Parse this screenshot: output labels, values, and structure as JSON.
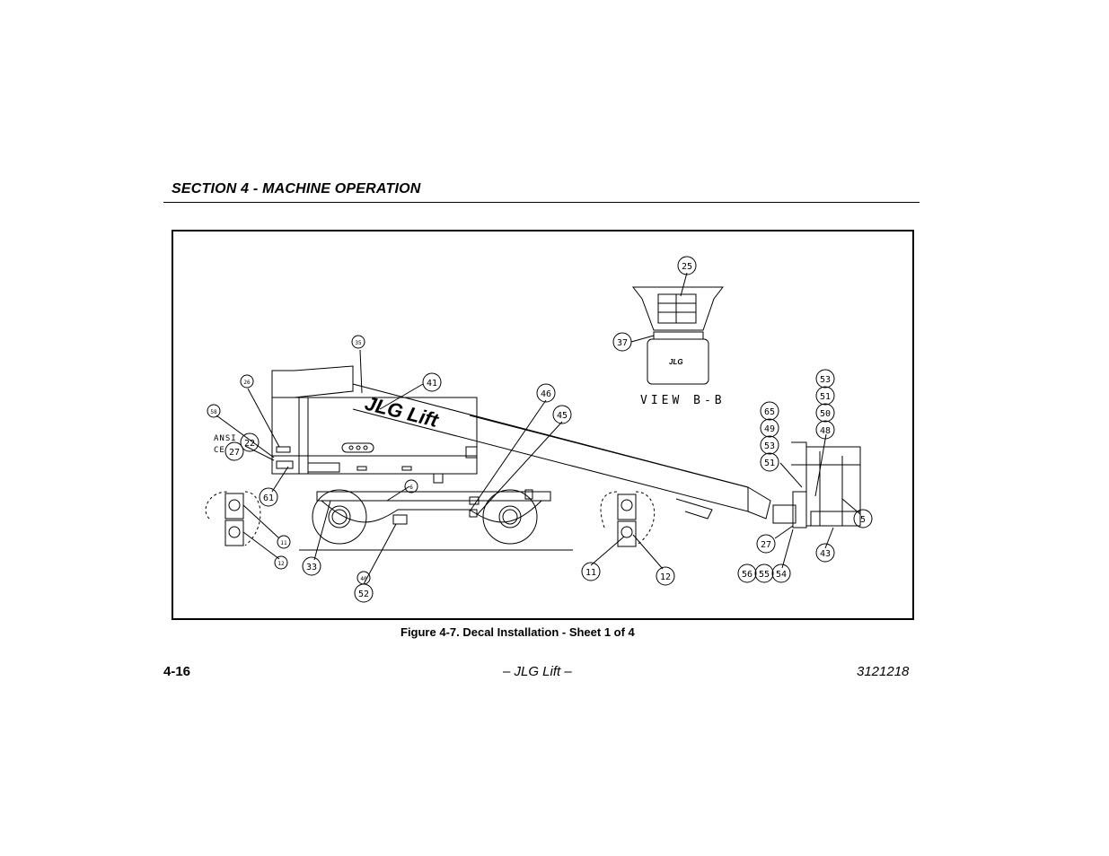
{
  "header": {
    "section_title": "SECTION 4 - MACHINE OPERATION"
  },
  "figure": {
    "caption": "Figure 4-7. Decal Installation - Sheet 1 of 4",
    "view_label": "VIEW B-B",
    "ansi_label": "ANSI",
    "ce_label": "CE",
    "boom_logo": "JLG Lift",
    "callouts_large": [
      "25",
      "37",
      "41",
      "46",
      "45",
      "65",
      "49",
      "53",
      "51",
      "53",
      "51",
      "50",
      "48",
      "5",
      "43",
      "27",
      "56",
      "55",
      "54",
      "22",
      "27",
      "61",
      "33",
      "52",
      "11",
      "12",
      "6"
    ],
    "callouts_small": [
      "35",
      "26",
      "58",
      "11",
      "12",
      "40"
    ]
  },
  "footer": {
    "page_number": "4-16",
    "center_text": "– JLG Lift –",
    "doc_number": "3121218"
  }
}
